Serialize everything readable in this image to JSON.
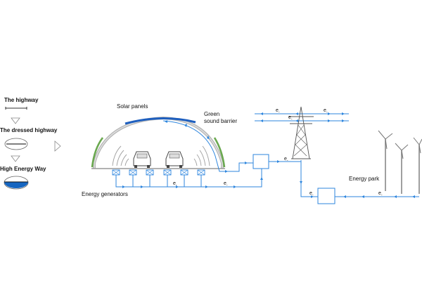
{
  "left_panel": {
    "stage_1": "The highway",
    "stage_2": "The dressed highway",
    "stage_3": "High Energy Way"
  },
  "diagram": {
    "solar_panels": "Solar panels",
    "green_barrier_line1": "Green",
    "green_barrier_line2": "sound barrier",
    "energy_generators": "Energy generators",
    "energy_park": "Energy park",
    "electron_symbol": "e",
    "electron_subscript": "-"
  },
  "colors": {
    "wire": "#2e86de",
    "solar": "#1e5fbf",
    "green": "#6aa84f",
    "water": "#1565c0",
    "structure": "#555555"
  }
}
